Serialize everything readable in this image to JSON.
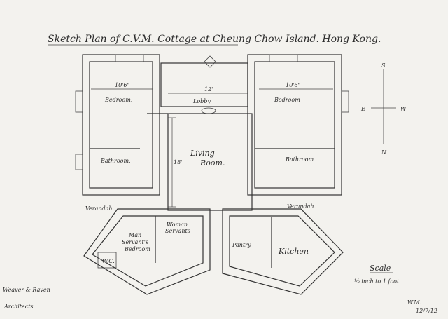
{
  "title": "Sketch Plan of C.V.M. Cottage at Cheung Chow Island. Hong Kong.",
  "rooms": {
    "bedroom_left": "Bedroom.",
    "bedroom_right": "Bedroom",
    "lobby": "Lobby",
    "living_room_line1": "Living",
    "living_room_line2": "Room.",
    "bathroom_left": "Bathroom.",
    "bathroom_right": "Bathroom",
    "verandah_left": "Verandah.",
    "verandah_right": "Verandah.",
    "man_servants_line1": "Man",
    "man_servants_line2": "Servant's",
    "man_servants_line3": "Bedroom",
    "woman_servants_line1": "Woman",
    "woman_servants_line2": "Servants",
    "wc": "W.C.",
    "pantry": "Pantry",
    "kitchen": "Kitchen"
  },
  "dimensions": {
    "left_bedroom_width": "10'6\"",
    "lobby_width": "12'",
    "right_bedroom_width": "10'6\"",
    "living_room_depth": "18'"
  },
  "compass": {
    "north": "N",
    "south": "S",
    "east": "E",
    "west": "W"
  },
  "scale": {
    "heading": "Scale",
    "text": "⅛ inch to 1 foot."
  },
  "architects": {
    "line1": "Weaver & Raven",
    "line2": "Architects."
  },
  "signature": {
    "initials": "W.M.",
    "date": "12/7/12"
  }
}
